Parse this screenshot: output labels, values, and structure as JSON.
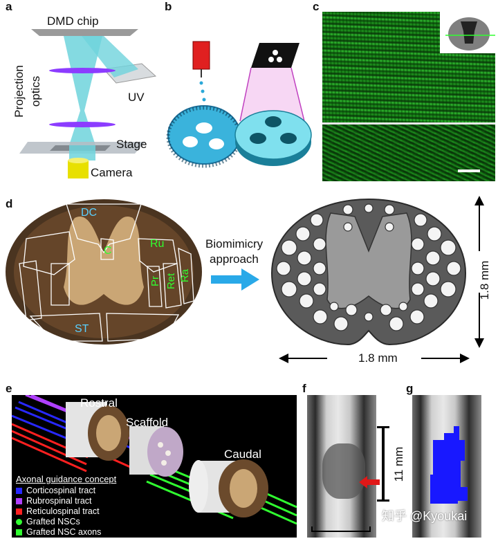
{
  "panels": {
    "a": {
      "letter": "a",
      "dmd": "DMD chip",
      "proj1": "Projection",
      "proj2": "optics",
      "uv": "UV",
      "stage": "Stage",
      "camera": "Camera"
    },
    "b": {
      "letter": "b"
    },
    "c": {
      "letter": "c"
    },
    "d": {
      "letter": "d",
      "regions": [
        "DC",
        "Ru",
        "C",
        "Pr",
        "Ret",
        "Ra",
        "ST"
      ],
      "bio1": "Biomimicry",
      "bio2": "approach",
      "dim_h": "1.8 mm",
      "dim_v": "1.8 mm"
    },
    "e": {
      "letter": "e",
      "rostral": "Rostral",
      "scaffold": "Scaffold",
      "caudal": "Caudal",
      "legend_title": "Axonal guidance concept",
      "legend": [
        {
          "label": "Corticospinal tract",
          "color": "#2828ff"
        },
        {
          "label": "Rubrospinal tract",
          "color": "#b040ff"
        },
        {
          "label": "Reticulospinal tract",
          "color": "#ff2020"
        },
        {
          "label": "Grafted NSCs",
          "color": "#30ff30"
        },
        {
          "label": "Grafted NSC axons",
          "color": "#30ff30"
        }
      ]
    },
    "f": {
      "letter": "f",
      "scale": "11 mm"
    },
    "g": {
      "letter": "g"
    }
  },
  "watermark": "知乎 @Kyoukai"
}
